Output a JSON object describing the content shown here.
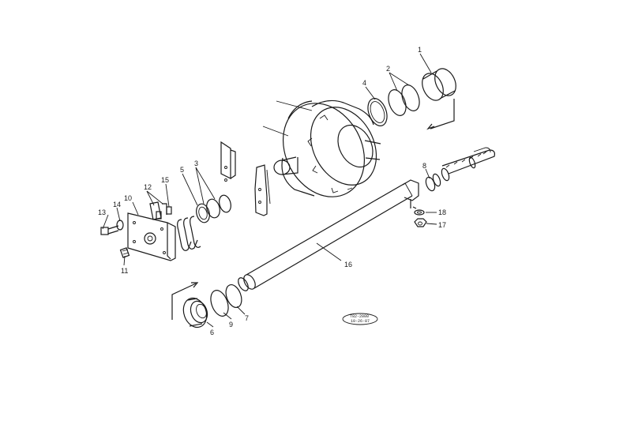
{
  "callouts": {
    "c1": "1",
    "c2": "2",
    "c3": "3",
    "c4": "4",
    "c5": "5",
    "c6": "6",
    "c7": "7",
    "c8": "8",
    "c9": "9",
    "c10": "10",
    "c11": "11",
    "c12": "12",
    "c13": "13",
    "c14": "14",
    "c15": "15",
    "c16": "16",
    "c17": "17",
    "c18": "18"
  },
  "stamp": {
    "line1": "T82-2000",
    "line2": "10-26-87"
  }
}
